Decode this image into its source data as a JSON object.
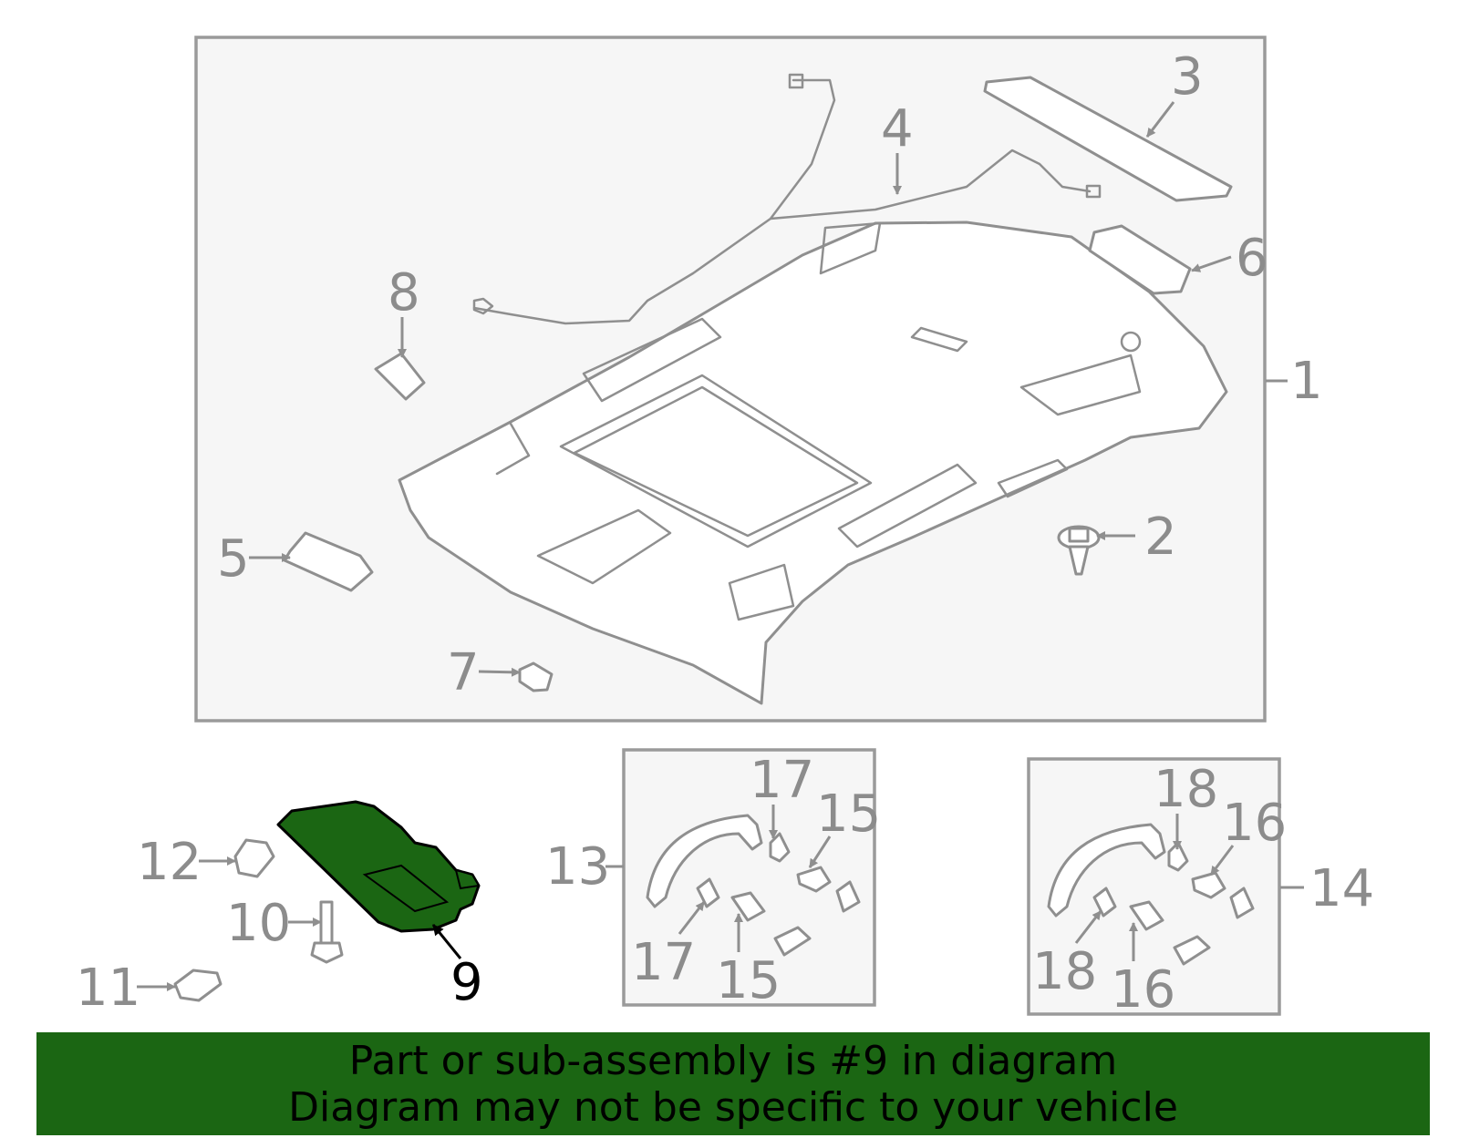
{
  "diagram": {
    "selected_part": "9",
    "highlight_color": "#1b6613",
    "callouts": [
      "1",
      "2",
      "3",
      "4",
      "5",
      "6",
      "7",
      "8",
      "9",
      "10",
      "11",
      "12",
      "13",
      "14",
      "15",
      "15",
      "16",
      "16",
      "17",
      "17",
      "18",
      "18"
    ]
  },
  "banner": {
    "line1": "Part or sub-assembly is #9 in diagram",
    "line2": "Diagram may not be specific to your vehicle",
    "background": "#1b6613"
  }
}
